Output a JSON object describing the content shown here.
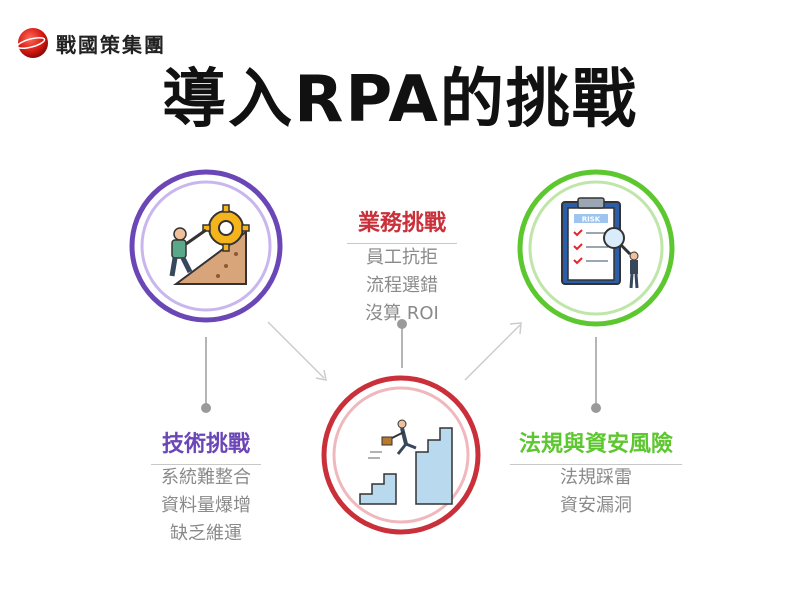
{
  "logo": {
    "text": "戰國策集團",
    "color": "#e2261c"
  },
  "title": "導入RPA的挑戰",
  "nodes": {
    "tech": {
      "label": "技術挑戰",
      "color": "#6b46b6",
      "items": [
        "系統難整合",
        "資料量爆增",
        "缺乏維運"
      ]
    },
    "business": {
      "label": "業務挑戰",
      "color": "#c9303a",
      "items": [
        "員工抗拒",
        "流程選錯",
        "沒算 ROI"
      ]
    },
    "legal": {
      "label": "法規與資安風險",
      "color": "#5cc72e",
      "items": [
        "法規踩雷",
        "資安漏洞"
      ]
    }
  },
  "risk_board_text": "RISK",
  "colors": {
    "purple": "#6b46b6",
    "red": "#c9303a",
    "green": "#5cc72e",
    "gray": "#bdbdbd"
  }
}
